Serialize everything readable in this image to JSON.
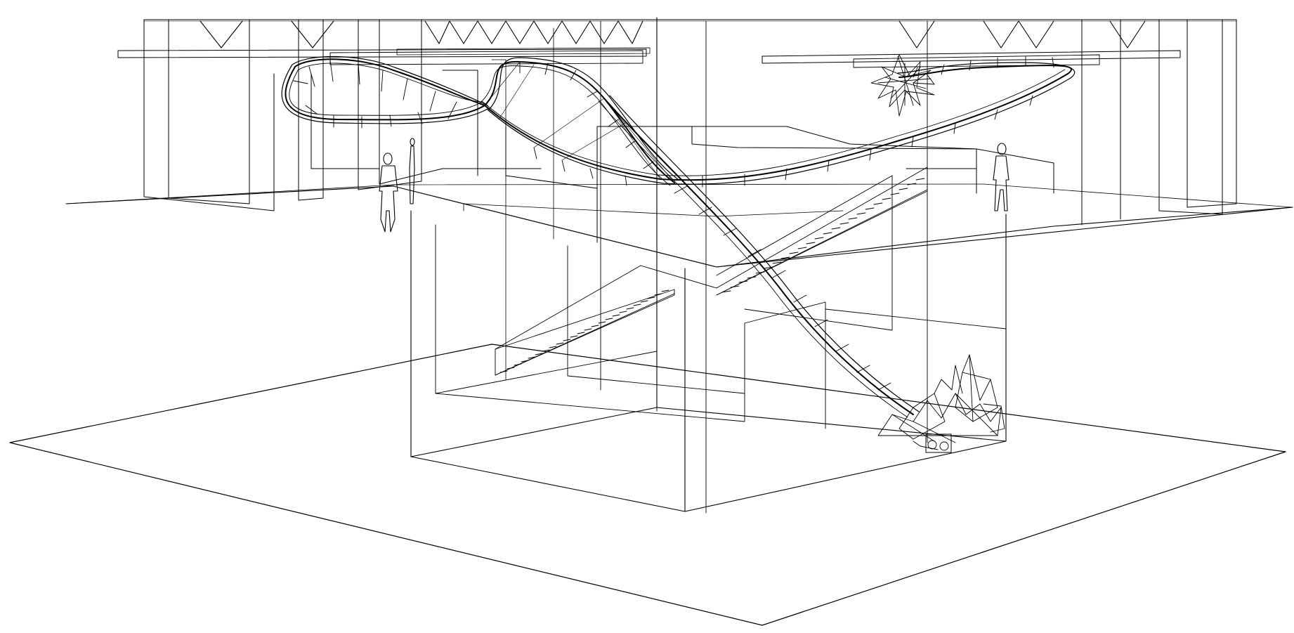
{
  "drawing": {
    "kind": "architectural wireframe perspective",
    "background_color": "#ffffff",
    "line_color": "#000000",
    "elements": [
      "ceiling-truss",
      "upper-floor-plate",
      "lower-floor-plate",
      "central-atrium-box",
      "staircase-upper",
      "staircase-lower",
      "sculpture-ribbon",
      "spiky-cluster-upper",
      "spiky-cluster-lower",
      "human-figure"
    ],
    "figure_count": 3
  }
}
